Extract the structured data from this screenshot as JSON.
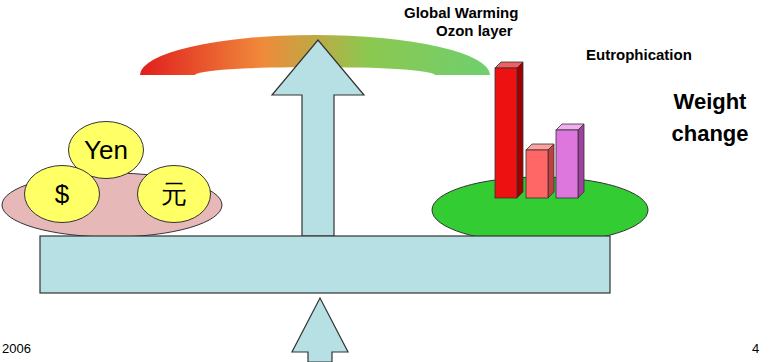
{
  "diagram": {
    "nodes": [
      {
        "text": [
          "Yen"
        ]
      },
      {
        "text": [
          "$"
        ]
      },
      {
        "text": [
          "元"
        ]
      }
    ],
    "labels": [
      "Global Warming",
      "Ozon layer",
      "Eutrophication",
      "Weight change",
      "2006",
      "4"
    ]
  }
}
